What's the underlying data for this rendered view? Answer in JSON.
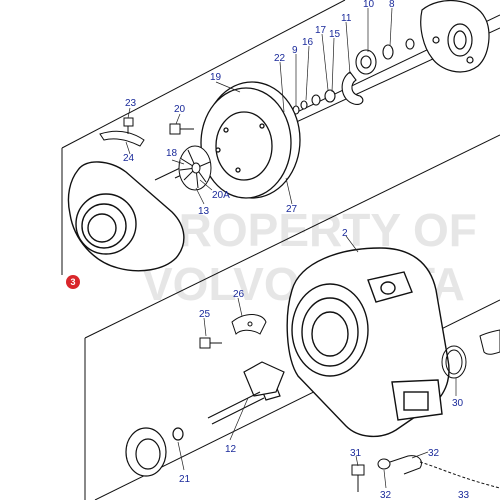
{
  "watermark": {
    "line1": "PROPERTY OF",
    "line2": "VOLVO PENTA"
  },
  "highlight": {
    "label": "3",
    "color": "#d9262b"
  },
  "colors": {
    "line": "#111111",
    "callout_text": "#1a2a9a"
  },
  "callouts": [
    "10",
    "8",
    "11",
    "17",
    "15",
    "16",
    "9",
    "22",
    "19",
    "20",
    "23",
    "18",
    "24",
    "20A",
    "13",
    "27",
    "2",
    "26",
    "25",
    "12",
    "21",
    "31",
    "32",
    "30",
    "33",
    "32"
  ]
}
